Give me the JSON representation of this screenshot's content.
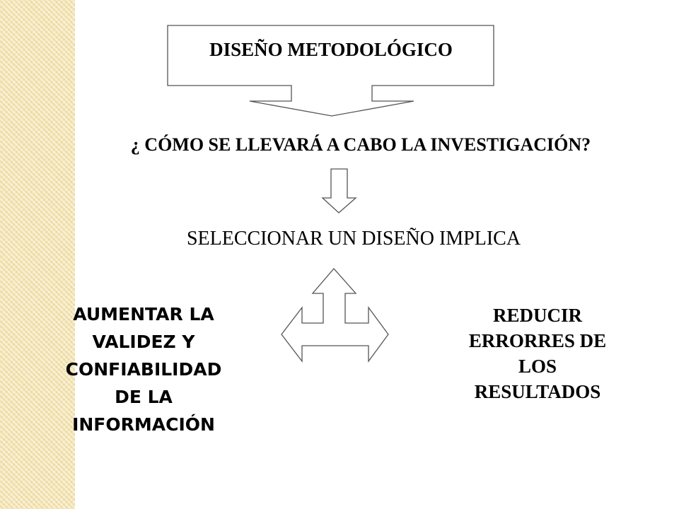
{
  "title": "DISEÑO METODOLÓGICO",
  "question": "¿ CÓMO SE LLEVARÁ A CABO LA INVESTIGACIÓN?",
  "subtitle": "SELECCIONAR UN DISEÑO IMPLICA",
  "left_goal": "AUMENTAR LA\nVALIDEZ Y\nCONFIABILIDAD\nDE LA\nINFORMACIÓN",
  "right_goal": "REDUCIR\nERRORRES DE\nLOS\nRESULTADOS",
  "colors": {
    "stripe": "#f3e3b0",
    "stroke": "#555555"
  },
  "icons": [
    "callout-arrow",
    "down-arrow-icon",
    "three-way-arrow-icon"
  ]
}
